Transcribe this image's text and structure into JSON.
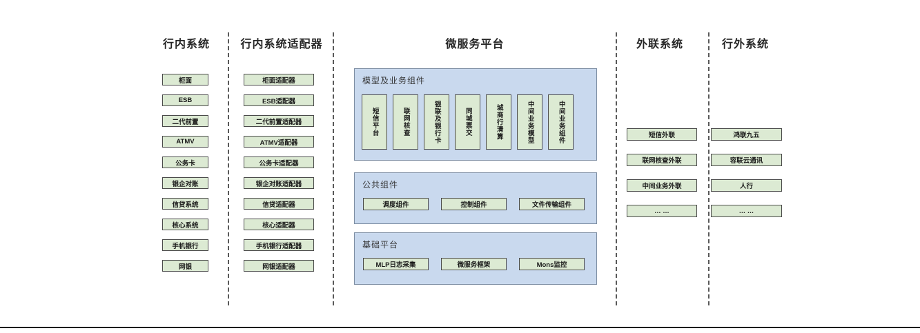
{
  "colors": {
    "box_fill": "#dcead3",
    "box_border": "#4a4a4a",
    "container_fill": "#c9d9ee",
    "container_border": "#7d8ea3",
    "separator": "#595959",
    "title_text": "#262626",
    "box_text": "#1a1a1a",
    "rule": "#000000",
    "page_bg": "#ffffff"
  },
  "columns": [
    {
      "title": "行内系统",
      "items": [
        "柜面",
        "ESB",
        "二代前置",
        "ATMV",
        "公务卡",
        "银企对账",
        "信贷系统",
        "核心系统",
        "手机银行",
        "网银"
      ]
    },
    {
      "title": "行内系统适配器",
      "items": [
        "柜面适配器",
        "ESB适配器",
        "二代前置适配器",
        "ATMV适配器",
        "公务卡适配器",
        "银企对账适配器",
        "信贷适配器",
        "核心适配器",
        "手机银行适配器",
        "网银适配器"
      ]
    },
    {
      "title": "微服务平台"
    },
    {
      "title": "外联系统",
      "items": [
        "短信外联",
        "联网核查外联",
        "中间业务外联",
        "… …"
      ]
    },
    {
      "title": "行外系统",
      "items": [
        "鸿联九五",
        "容联云通讯",
        "人行",
        "… …"
      ]
    }
  ],
  "platform": {
    "sections": [
      {
        "title": "模型及业务组件",
        "items": [
          "短信平台",
          "联网核查",
          "银联及银行卡",
          "同城票交",
          "城商行清算",
          "中间业务模型",
          "中间业务组件"
        ]
      },
      {
        "title": "公共组件",
        "items": [
          "调度组件",
          "控制组件",
          "文件传输组件"
        ]
      },
      {
        "title": "基础平台",
        "items": [
          "MLP日志采集",
          "微服务框架",
          "Mons监控"
        ]
      }
    ]
  }
}
